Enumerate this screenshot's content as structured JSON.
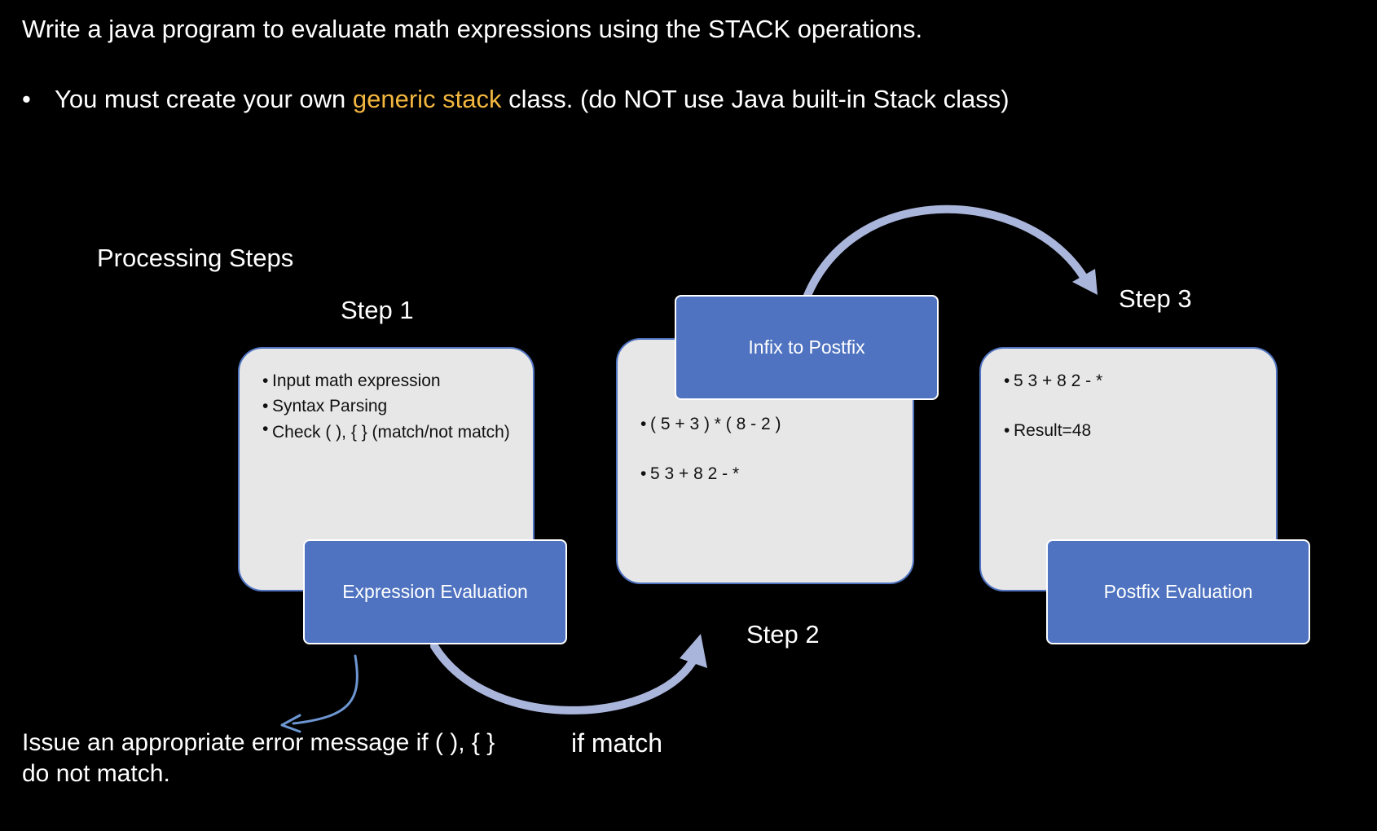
{
  "title": "Write a java program to evaluate math expressions using the STACK operations.",
  "requirement": {
    "bullet": "•",
    "before": "You must create your own ",
    "highlight": "generic stack",
    "after": " class. (do NOT use Java built-in Stack class)"
  },
  "section_title": "Processing Steps",
  "colors": {
    "background": "#000000",
    "highlight": "#f3b73f",
    "card_fill": "#e7e7e7",
    "tag_fill": "#4f73c0",
    "arrow": "#aab5db",
    "error_arrow": "#6d96d2"
  },
  "steps": [
    {
      "label": "Step 1",
      "items": [
        "Input math expression",
        "Syntax Parsing",
        "Check ( ), { } (match/not match)"
      ],
      "tag": "Expression Evaluation"
    },
    {
      "label": "Step 2",
      "items": [
        "( 5 + 3 ) * ( 8 - 2 )",
        " 5 3 + 8 2 - *"
      ],
      "tag": "Infix to Postfix"
    },
    {
      "label": "Step 3",
      "items": [
        "5 3 + 8 2 - *",
        "Result=48"
      ],
      "tag": "Postfix Evaluation"
    }
  ],
  "error_note": {
    "line1": "Issue an appropriate error message if ( ), { }",
    "line2": "do not match."
  },
  "match_label": "if match"
}
